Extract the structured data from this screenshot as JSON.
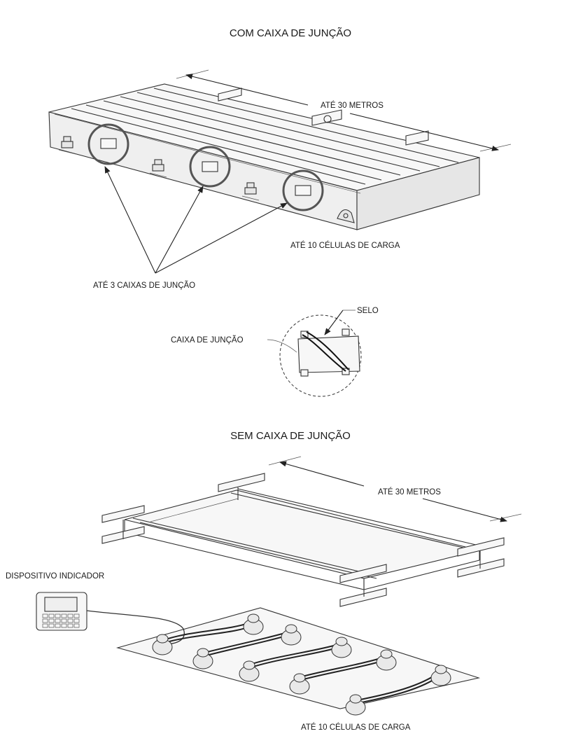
{
  "top": {
    "title": "COM CAIXA DE JUNÇÃO",
    "length_label": "ATÉ 30 METROS",
    "cells_label": "ATÉ 10 CÉLULAS DE CARGA",
    "junction_boxes_label": "ATÉ 3 CAIXAS DE JUNÇÃO"
  },
  "detail": {
    "seal_label": "SELO",
    "junction_box_label": "CAIXA DE JUNÇÃO"
  },
  "bottom": {
    "title": "SEM CAIXA DE JUNÇÃO",
    "length_label": "ATÉ 30 METROS",
    "indicator_label": "DISPOSITIVO INDICADOR",
    "cells_label": "ATÉ 10 CÉLULAS DE CARGA"
  }
}
